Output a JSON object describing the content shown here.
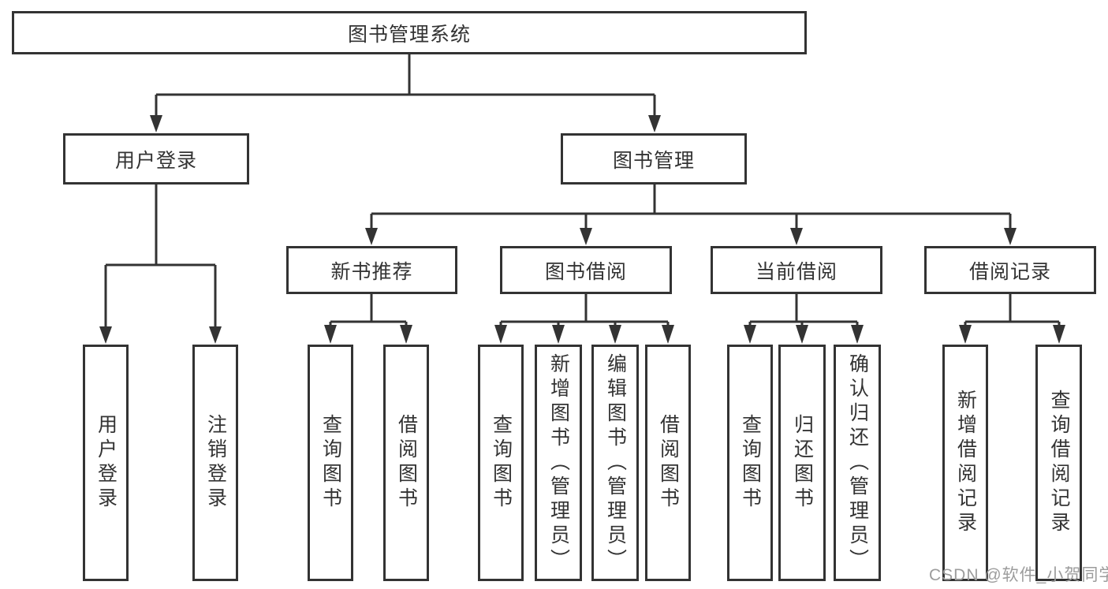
{
  "colors": {
    "line": "#333333",
    "text": "#333333",
    "background": "#ffffff",
    "watermark_text": "#9c9c9c"
  },
  "watermark": {
    "text": "CSDN @软件_小贺同学"
  },
  "tree": {
    "label": "图书管理系统",
    "children": [
      {
        "label": "用户登录",
        "children": [
          {
            "label": "用户登录"
          },
          {
            "label": "注销登录"
          }
        ]
      },
      {
        "label": "图书管理",
        "children": [
          {
            "label": "新书推荐",
            "children": [
              {
                "label": "查询图书"
              },
              {
                "label": "借阅图书"
              }
            ]
          },
          {
            "label": "图书借阅",
            "children": [
              {
                "label": "查询图书"
              },
              {
                "label": "新增图书（管理员）"
              },
              {
                "label": "编辑图书（管理员）"
              },
              {
                "label": "借阅图书"
              }
            ]
          },
          {
            "label": "当前借阅",
            "children": [
              {
                "label": "查询图书"
              },
              {
                "label": "归还图书"
              },
              {
                "label": "确认归还（管理员）"
              }
            ]
          },
          {
            "label": "借阅记录",
            "children": [
              {
                "label": "新增借阅记录"
              },
              {
                "label": "查询借阅记录"
              }
            ]
          }
        ]
      }
    ]
  }
}
